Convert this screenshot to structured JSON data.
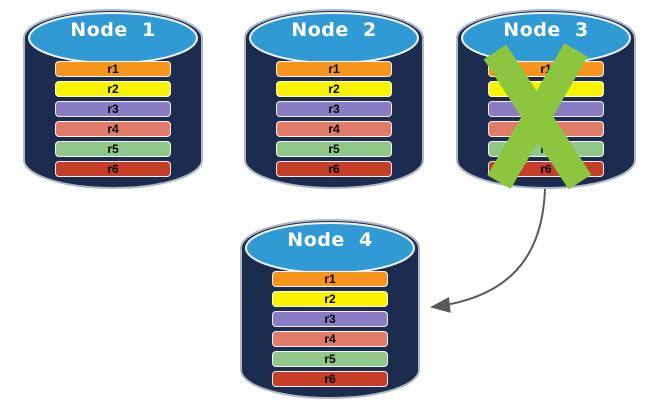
{
  "nodes": [
    {
      "title": "Node  1",
      "rows": [
        "r1",
        "r2",
        "r3",
        "r4",
        "r5",
        "r6"
      ]
    },
    {
      "title": "Node  2",
      "rows": [
        "r1",
        "r2",
        "r3",
        "r4",
        "r5",
        "r6"
      ]
    },
    {
      "title": "Node  3",
      "rows": [
        "r1",
        "r2",
        "r3",
        "r4",
        "r5",
        "r6"
      ],
      "status": "failed"
    },
    {
      "title": "Node  4",
      "rows": [
        "r1",
        "r2",
        "r3",
        "r4",
        "r5",
        "r6"
      ]
    }
  ],
  "row_colors": [
    "#F7941D",
    "#FBF400",
    "#8A7CC2",
    "#DF7B66",
    "#90C789",
    "#C43E28"
  ],
  "colors": {
    "cylinder_body": "#1C2C4F",
    "cylinder_top": "#2F9AD3",
    "cylinder_outline": "#AEB9C4",
    "failure_x": "#8CC63F",
    "arrow": "#595959",
    "row_text": "#000000",
    "title_text": "#FFFFFF"
  }
}
